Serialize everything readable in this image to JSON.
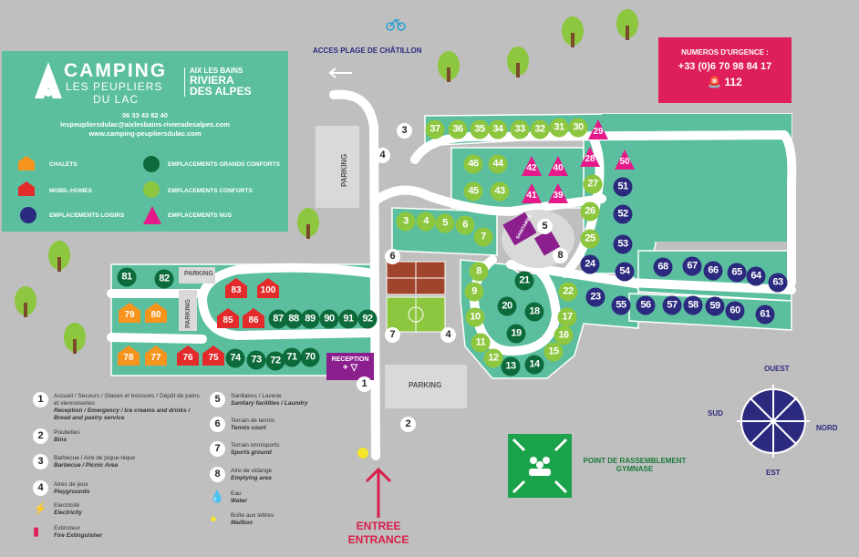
{
  "header": {
    "brand_line1": "CAMPING",
    "brand_line2": "LES PEUPLIERS",
    "brand_line3": "DU LAC",
    "riviera_small": "AIX LES BAINS",
    "riviera_big1": "RIVIERA",
    "riviera_big2": "DES ALPES",
    "phone": "06 33 43 82 40",
    "email": "lespeupliersdulac@aixlesbains-rivieradesalpes.com",
    "website": "www.camping-peupliersdulac.com"
  },
  "type_legend": [
    {
      "label": "CHALETS",
      "color": "#f7941d"
    },
    {
      "label": "MOBIL-HOMES",
      "color": "#e32b2b"
    },
    {
      "label": "EMPLACEMENTS LOISIRS",
      "color": "#2b2a7e"
    },
    {
      "label": "EMPLACEMENTS GRANDS CONFORTS",
      "color": "#0d6b3b"
    },
    {
      "label": "EMPLACEMENTS CONFORTS",
      "color": "#8dc63f"
    },
    {
      "label": "EMPLACEMENTS NUS",
      "color": "#e6198b"
    }
  ],
  "urgence": {
    "title": "NUMEROS D'URGENCE :",
    "phone": "+33 (0)6 70 98 84 17",
    "emergency": "112"
  },
  "map_labels": {
    "beach_access": "ACCES PLAGE DE CHÂTILLON",
    "parking_main": "PARKING",
    "parking_left1": "PARKING",
    "parking_left2": "PARKING",
    "parking_bottom": "PARKING",
    "reception": "RECEPTION",
    "sanitaires": "SANITAIRES",
    "assembly_line1": "POINT DE RASSEMBLEMENT",
    "assembly_line2": "GYMNASE",
    "entrance_fr": "ENTREE",
    "entrance_en": "ENTRANCE",
    "compass_n": "OUEST",
    "compass_s": "EST",
    "compass_w": "SUD",
    "compass_e": "NORD"
  },
  "markers": [
    "1",
    "2",
    "3",
    "4",
    "4",
    "5",
    "6",
    "7",
    "8"
  ],
  "pitches": [
    {
      "num": "37",
      "type": "lt"
    },
    {
      "num": "36",
      "type": "lt"
    },
    {
      "num": "35",
      "type": "lt"
    },
    {
      "num": "34",
      "type": "lt"
    },
    {
      "num": "33",
      "type": "lt"
    },
    {
      "num": "32",
      "type": "lt"
    },
    {
      "num": "31",
      "type": "lt"
    },
    {
      "num": "30",
      "type": "lt"
    },
    {
      "num": "29",
      "type": "tent"
    },
    {
      "num": "46",
      "type": "lt"
    },
    {
      "num": "44",
      "type": "lt"
    },
    {
      "num": "45",
      "type": "lt"
    },
    {
      "num": "43",
      "type": "lt"
    },
    {
      "num": "42",
      "type": "tent"
    },
    {
      "num": "40",
      "type": "tent"
    },
    {
      "num": "41",
      "type": "tent"
    },
    {
      "num": "39",
      "type": "tent"
    },
    {
      "num": "28",
      "type": "tent"
    },
    {
      "num": "50",
      "type": "tent"
    },
    {
      "num": "27",
      "type": "lt"
    },
    {
      "num": "51",
      "type": "navy"
    },
    {
      "num": "26",
      "type": "lt"
    },
    {
      "num": "52",
      "type": "navy"
    },
    {
      "num": "25",
      "type": "lt"
    },
    {
      "num": "53",
      "type": "navy"
    },
    {
      "num": "24",
      "type": "navy"
    },
    {
      "num": "54",
      "type": "navy"
    },
    {
      "num": "22",
      "type": "lt"
    },
    {
      "num": "23",
      "type": "navy"
    },
    {
      "num": "55",
      "type": "navy"
    },
    {
      "num": "3",
      "type": "lt"
    },
    {
      "num": "4",
      "type": "lt"
    },
    {
      "num": "5",
      "type": "lt"
    },
    {
      "num": "6",
      "type": "lt"
    },
    {
      "num": "7",
      "type": "lt"
    },
    {
      "num": "8",
      "type": "lt"
    },
    {
      "num": "9",
      "type": "lt"
    },
    {
      "num": "10",
      "type": "lt"
    },
    {
      "num": "11",
      "type": "lt"
    },
    {
      "num": "12",
      "type": "lt"
    },
    {
      "num": "13",
      "type": "dk"
    },
    {
      "num": "14",
      "type": "dk"
    },
    {
      "num": "15",
      "type": "lt"
    },
    {
      "num": "16",
      "type": "lt"
    },
    {
      "num": "17",
      "type": "lt"
    },
    {
      "num": "21",
      "type": "dk"
    },
    {
      "num": "20",
      "type": "dk"
    },
    {
      "num": "18",
      "type": "dk"
    },
    {
      "num": "19",
      "type": "dk"
    },
    {
      "num": "68",
      "type": "navy"
    },
    {
      "num": "67",
      "type": "navy"
    },
    {
      "num": "66",
      "type": "navy"
    },
    {
      "num": "65",
      "type": "navy"
    },
    {
      "num": "64",
      "type": "navy"
    },
    {
      "num": "63",
      "type": "navy"
    },
    {
      "num": "56",
      "type": "navy"
    },
    {
      "num": "57",
      "type": "navy"
    },
    {
      "num": "58",
      "type": "navy"
    },
    {
      "num": "59",
      "type": "navy"
    },
    {
      "num": "60",
      "type": "navy"
    },
    {
      "num": "61",
      "type": "navy"
    },
    {
      "num": "81",
      "type": "dk"
    },
    {
      "num": "82",
      "type": "dk"
    },
    {
      "num": "79",
      "type": "chalet"
    },
    {
      "num": "80",
      "type": "chalet"
    },
    {
      "num": "83",
      "type": "mobil"
    },
    {
      "num": "100",
      "type": "mobil"
    },
    {
      "num": "85",
      "type": "mobil"
    },
    {
      "num": "86",
      "type": "mobil"
    },
    {
      "num": "87",
      "type": "dk"
    },
    {
      "num": "88",
      "type": "dk"
    },
    {
      "num": "89",
      "type": "dk"
    },
    {
      "num": "90",
      "type": "dk"
    },
    {
      "num": "91",
      "type": "dk"
    },
    {
      "num": "92",
      "type": "dk"
    },
    {
      "num": "78",
      "type": "chalet"
    },
    {
      "num": "77",
      "type": "chalet"
    },
    {
      "num": "76",
      "type": "mobil"
    },
    {
      "num": "75",
      "type": "mobil"
    },
    {
      "num": "74",
      "type": "dk"
    },
    {
      "num": "73",
      "type": "dk"
    },
    {
      "num": "72",
      "type": "dk"
    },
    {
      "num": "71",
      "type": "dk"
    },
    {
      "num": "70",
      "type": "dk"
    }
  ],
  "facility_legend": [
    {
      "num": "1",
      "fr": "Accueil / Secours / Glaces et boissons / Dépôt de pains et viennoiseries",
      "en": "Reception / Emergency / Ice creams and drinks / Bread and pastry service"
    },
    {
      "num": "2",
      "fr": "Poubelles",
      "en": "Bins"
    },
    {
      "num": "3",
      "fr": "Barbecue / Aire de pique-nique",
      "en": "Barbecue / Picnic Area"
    },
    {
      "num": "4",
      "fr": "Aires de jeux",
      "en": "Playgrounds"
    },
    {
      "num": "5",
      "fr": "Sanitaires / Laverie",
      "en": "Sanitary facilities / Laundry"
    },
    {
      "num": "6",
      "fr": "Terrain de tennis",
      "en": "Tennis court"
    },
    {
      "num": "7",
      "fr": "Terrain omnisports",
      "en": "Sports ground"
    },
    {
      "num": "8",
      "fr": "Aire de vidange",
      "en": "Emptying area"
    }
  ],
  "icon_legend": [
    {
      "icon": "electricity-icon",
      "fr": "Electricité",
      "en": "Electricity"
    },
    {
      "icon": "fire-extinguisher-icon",
      "fr": "Extincteur",
      "en": "Fire Extinguisher"
    },
    {
      "icon": "water-icon",
      "fr": "Eau",
      "en": "Water"
    },
    {
      "icon": "mailbox-icon",
      "fr": "Boîte aux lettres",
      "en": "Mailbox"
    }
  ]
}
